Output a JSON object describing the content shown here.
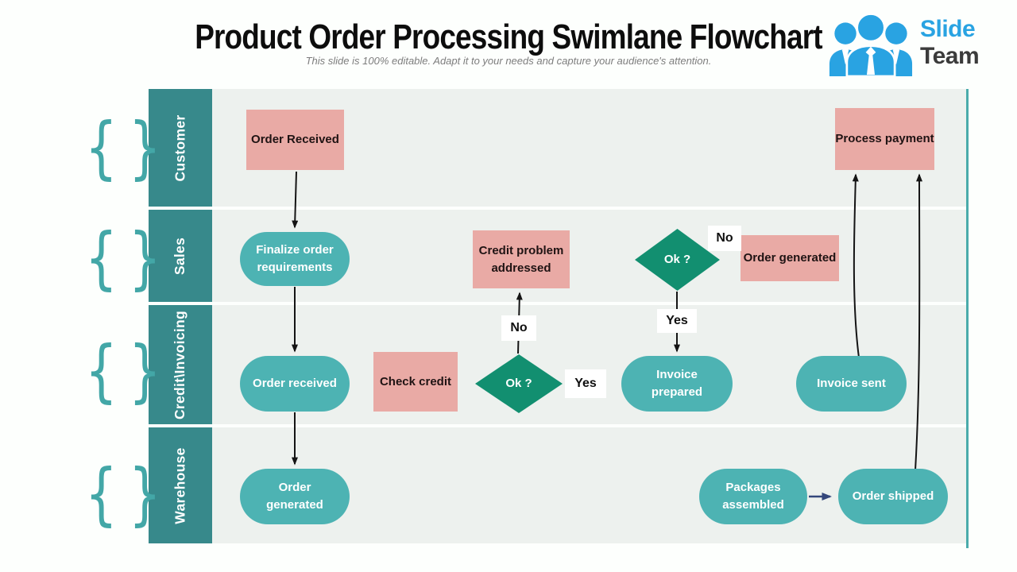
{
  "header": {
    "title": "Product Order Processing Swimlane Flowchart",
    "subtitle": "This slide is 100% editable. Adapt it to your needs and capture your audience's attention."
  },
  "logo": {
    "slide": "Slide",
    "team": "Team"
  },
  "lanes": {
    "customer": {
      "label": "Customer",
      "icon": "customer-buyer-icon"
    },
    "sales": {
      "label": "Sales",
      "icon": "sales-growth-icon"
    },
    "credit": {
      "label": "Credit\\Invoicing",
      "icon": "invoice-document-icon"
    },
    "warehouse": {
      "label": "Warehouse",
      "icon": "warehouse-racks-icon"
    }
  },
  "nodes": {
    "order_received_customer": "Order Received",
    "process_payment": "Process payment",
    "finalize_order_requirements": "Finalize order requirements",
    "credit_problem_addressed": "Credit problem addressed",
    "ok_decision_sales": "Ok ?",
    "order_generated_sales": "Order generated",
    "order_received_credit": "Order received",
    "check_credit": "Check credit",
    "ok_decision_credit": "Ok ?",
    "invoice_prepared": "Invoice prepared",
    "invoice_sent": "Invoice sent",
    "order_generated_warehouse": "Order generated",
    "packages_assembled": "Packages assembled",
    "order_shipped": "Order shipped"
  },
  "edge_labels": {
    "sales_no": "No",
    "sales_yes": "Yes",
    "credit_no": "No",
    "credit_yes": "Yes"
  },
  "colors": {
    "lane_label_teal": "#37898b",
    "lane_body": "#edf1ee",
    "stadium_teal": "#4db3b3",
    "decision_green": "#128f70",
    "process_pink": "#e9aaa5",
    "accent_line": "#4aabab",
    "arrow_black": "#141414",
    "arrow_navy": "#34477b",
    "logo_blue": "#29a3e2"
  }
}
